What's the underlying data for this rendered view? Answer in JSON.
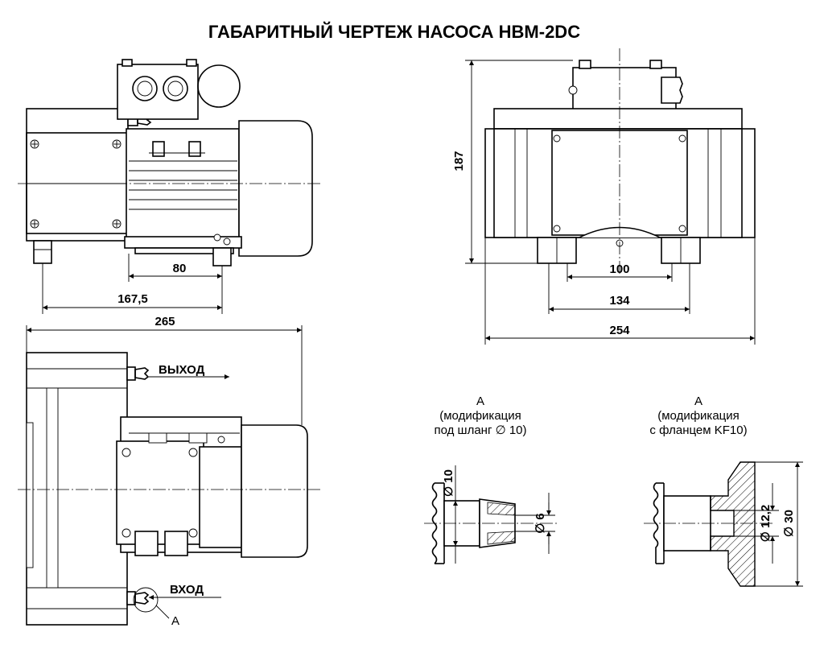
{
  "title": "ГАБАРИТНЫЙ ЧЕРТЕЖ НАСОСА НВМ-2DC",
  "dimensions": {
    "front_mount_spacing": "80",
    "front_depth": "167,5",
    "overall_length": "265",
    "height": "187",
    "mount_spacing_inner": "100",
    "mount_spacing_outer": "134",
    "overall_width": "254"
  },
  "ports": {
    "outlet": "ВЫХОД",
    "inlet": "ВХОД",
    "detail_callout": "А"
  },
  "detail_hose": {
    "view": "А",
    "line1": "(модификация",
    "line2": "под шланг ∅ 10)",
    "dia_outer": "∅ 10",
    "dia_inner": "∅ 6"
  },
  "detail_flange": {
    "view": "А",
    "line1": "(модификация",
    "line2": "с фланцем KF10)",
    "dia_bore": "∅ 12,2",
    "dia_flange": "∅ 30"
  }
}
